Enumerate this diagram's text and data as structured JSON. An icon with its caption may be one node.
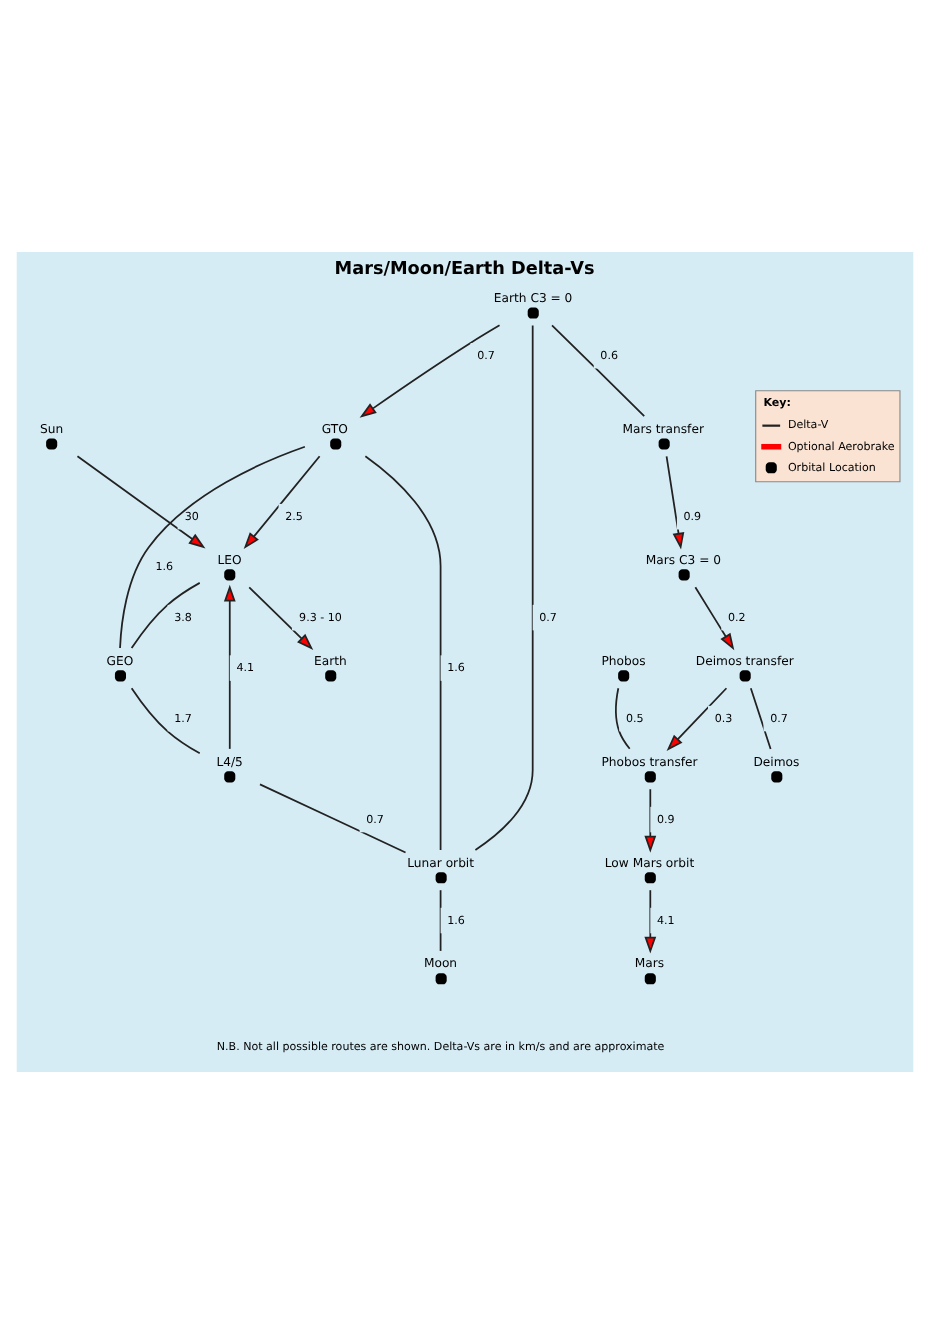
{
  "diagram": {
    "title": "Mars/Moon/Earth Delta-Vs",
    "caption": "N.B. Not all possible routes are shown. Delta-Vs are in km/s and are approximate",
    "nodes": [
      {
        "text": [
          "Sun"
        ]
      },
      {
        "text": [
          "Mars"
        ]
      },
      {
        "text": [
          "Low Mars orbit"
        ]
      },
      {
        "text": [
          "Phobos"
        ]
      },
      {
        "text": [
          "Phobos transfer"
        ]
      },
      {
        "text": [
          "Deimos transfer"
        ]
      },
      {
        "text": [
          "Mars C3 = 0"
        ]
      },
      {
        "text": [
          "Deimos"
        ]
      },
      {
        "text": [
          "Mars transfer"
        ]
      },
      {
        "text": [
          "Earth C3 = 0"
        ]
      },
      {
        "text": [
          "GTO"
        ]
      },
      {
        "text": [
          "GEO"
        ]
      },
      {
        "text": [
          "LEO"
        ]
      },
      {
        "text": [
          "L4/5"
        ]
      },
      {
        "text": [
          "Lunar orbit"
        ]
      },
      {
        "text": [
          "Earth"
        ]
      },
      {
        "text": [
          "Moon"
        ]
      }
    ],
    "edges": [
      {
        "from": 0,
        "to": 12,
        "label": "30",
        "arrow": "to"
      },
      {
        "from": 2,
        "to": 1,
        "label": "4.1",
        "arrow": "to"
      },
      {
        "from": 4,
        "to": 2,
        "label": "0.9",
        "arrow": "to"
      },
      {
        "from": 3,
        "to": 4,
        "label": "0.5",
        "arrow": "none"
      },
      {
        "from": 5,
        "to": 4,
        "label": "0.3",
        "arrow": "to"
      },
      {
        "from": 6,
        "to": 5,
        "label": "0.2",
        "arrow": "to"
      },
      {
        "from": 5,
        "to": 7,
        "label": "0.7",
        "arrow": "none"
      },
      {
        "from": 8,
        "to": 6,
        "label": "0.9",
        "arrow": "to"
      },
      {
        "from": 9,
        "to": 8,
        "label": "0.6",
        "arrow": "none"
      },
      {
        "from": 9,
        "to": 10,
        "label": "0.7",
        "arrow": "to"
      },
      {
        "from": 9,
        "to": 14,
        "label": "0.7",
        "arrow": "none"
      },
      {
        "from": 10,
        "to": 12,
        "label": "2.5",
        "arrow": "to"
      },
      {
        "from": 10,
        "to": 11,
        "label": "1.6",
        "arrow": "none"
      },
      {
        "from": 10,
        "to": 14,
        "label": "1.6",
        "arrow": "none"
      },
      {
        "from": 12,
        "to": 11,
        "label": "3.8",
        "arrow": "none"
      },
      {
        "from": 11,
        "to": 13,
        "label": "1.7",
        "arrow": "none"
      },
      {
        "from": 13,
        "to": 12,
        "label": "4.1",
        "arrow": "to"
      },
      {
        "from": 13,
        "to": 14,
        "label": "0.7",
        "arrow": "none"
      },
      {
        "from": 14,
        "to": 16,
        "label": "1.6",
        "arrow": "none"
      },
      {
        "from": 12,
        "to": 15,
        "label": "9.3 - 10",
        "arrow": "to"
      }
    ],
    "labels": [
      "Key:"
    ],
    "legend": [
      {
        "text": "Delta-V"
      },
      {
        "text": "Optional Aerobrake"
      },
      {
        "text": "Orbital Location"
      }
    ]
  }
}
